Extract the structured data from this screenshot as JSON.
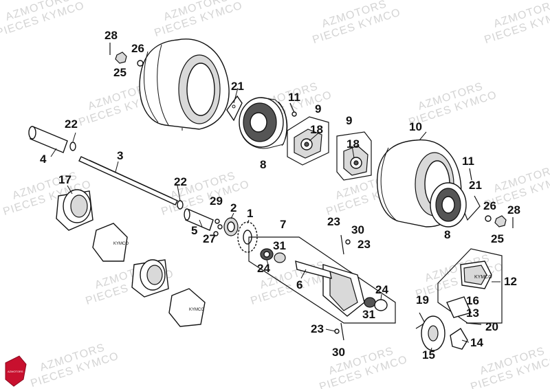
{
  "watermark": {
    "line1": "AZMOTORS",
    "line2": "PIECES KYMCO"
  },
  "logo": {
    "text": "AZMOTORS"
  },
  "hub_label": "KYMCO",
  "callouts": {
    "c28a": "28",
    "c26a": "26",
    "c25a": "25",
    "c21a": "21",
    "c11a": "11",
    "c9a": "9",
    "c18a": "18",
    "c8a": "8",
    "c22a": "22",
    "c4": "4",
    "c3": "3",
    "c17": "17",
    "c9b": "9",
    "c18b": "18",
    "c10": "10",
    "c11b": "11",
    "c21b": "21",
    "c26b": "26",
    "c28b": "28",
    "c25b": "25",
    "c8b": "8",
    "c22b": "22",
    "c29": "29",
    "c2": "2",
    "c1": "1",
    "c5": "5",
    "c27": "27",
    "c7": "7",
    "c23a": "23",
    "c30a": "30",
    "c23b": "23",
    "c31a": "31",
    "c24a": "24",
    "c6": "6",
    "c24b": "24",
    "c31b": "31",
    "c23c": "23",
    "c30b": "30",
    "c12": "12",
    "c16": "16",
    "c19": "19",
    "c13": "13",
    "c20": "20",
    "c14": "14",
    "c15": "15"
  }
}
